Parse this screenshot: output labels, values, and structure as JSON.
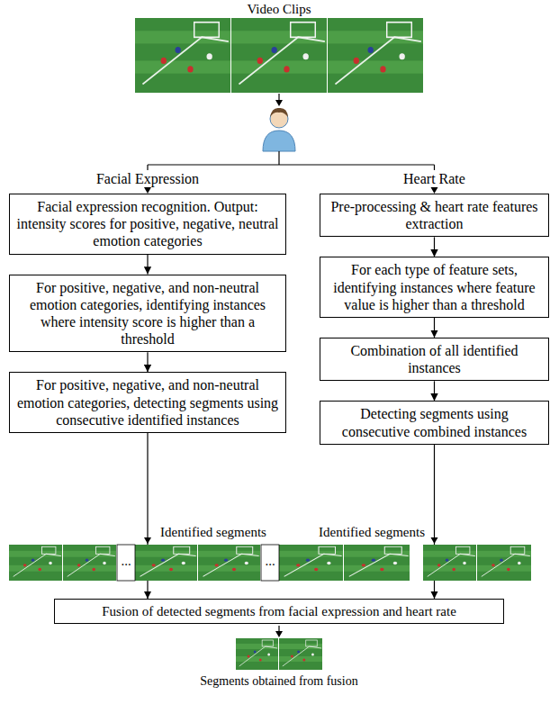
{
  "diagram": {
    "nodes": [
      {
        "text": [
          "Facial expression recognition. Output: intensity scores for positive, negative, neutral emotion categories"
        ]
      },
      {
        "text": [
          "For positive, negative, and non-neutral emotion categories, identifying instances where intensity score is higher than a threshold"
        ]
      },
      {
        "text": [
          "For positive, negative, and non-neutral emotion categories, detecting segments using consecutive identified instances"
        ]
      },
      {
        "text": [
          "Pre-processing & heart rate features extraction"
        ]
      },
      {
        "text": [
          "For each type of feature sets, identifying instances where feature value is higher than a threshold"
        ]
      },
      {
        "text": [
          "Combination of all identified instances"
        ]
      },
      {
        "text": [
          "Detecting segments using consecutive combined instances"
        ]
      },
      {
        "text": [
          "Fusion of detected segments from facial expression and heart rate"
        ]
      }
    ],
    "edges": [
      {
        "from": 0,
        "to": 1,
        "arrow": "to"
      },
      {
        "from": 1,
        "to": 2,
        "arrow": "to"
      },
      {
        "from": 3,
        "to": 4,
        "arrow": "to"
      },
      {
        "from": 4,
        "to": 5,
        "arrow": "to"
      },
      {
        "from": 5,
        "to": 6,
        "arrow": "to"
      },
      {
        "from": 2,
        "to": 7,
        "arrow": "to"
      },
      {
        "from": 6,
        "to": 7,
        "arrow": "to"
      }
    ],
    "labels": [
      "Video Clips",
      "Facial Expression",
      "Heart Rate",
      "Identified segments",
      "...",
      "...",
      "Identified segments",
      "Segments obtained from fusion"
    ]
  }
}
